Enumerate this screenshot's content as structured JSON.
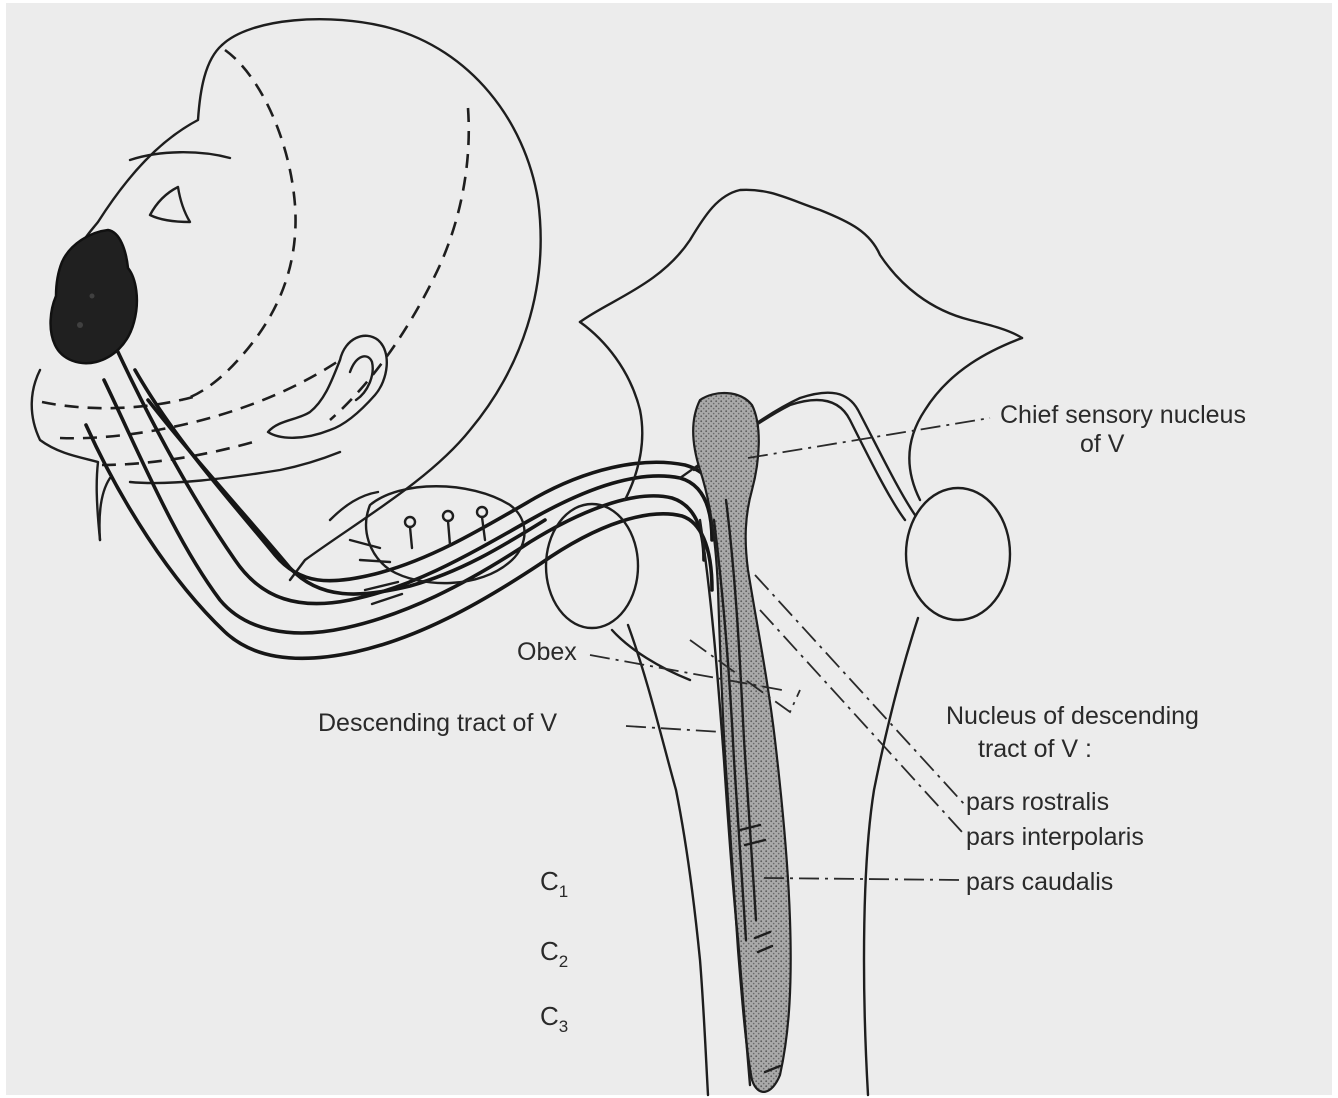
{
  "labels": {
    "chief_sensory_line1": "Chief sensory nucleus",
    "chief_sensory_line2": "of V",
    "obex": "Obex",
    "descending_tract": "Descending tract of V",
    "nucleus_line1": "Nucleus of descending",
    "nucleus_line2": "tract of V :",
    "pars_rostralis": "pars rostralis",
    "pars_interpolaris": "pars interpolaris",
    "pars_caudalis": "pars caudalis"
  },
  "segments": [
    {
      "letter": "C",
      "num": "1"
    },
    {
      "letter": "C",
      "num": "2"
    },
    {
      "letter": "C",
      "num": "3"
    }
  ],
  "colors": {
    "background": "#ececec",
    "ink": "#1e1e1e",
    "shading": "#8f8f8f",
    "face_fill": "#f4f4f4"
  }
}
